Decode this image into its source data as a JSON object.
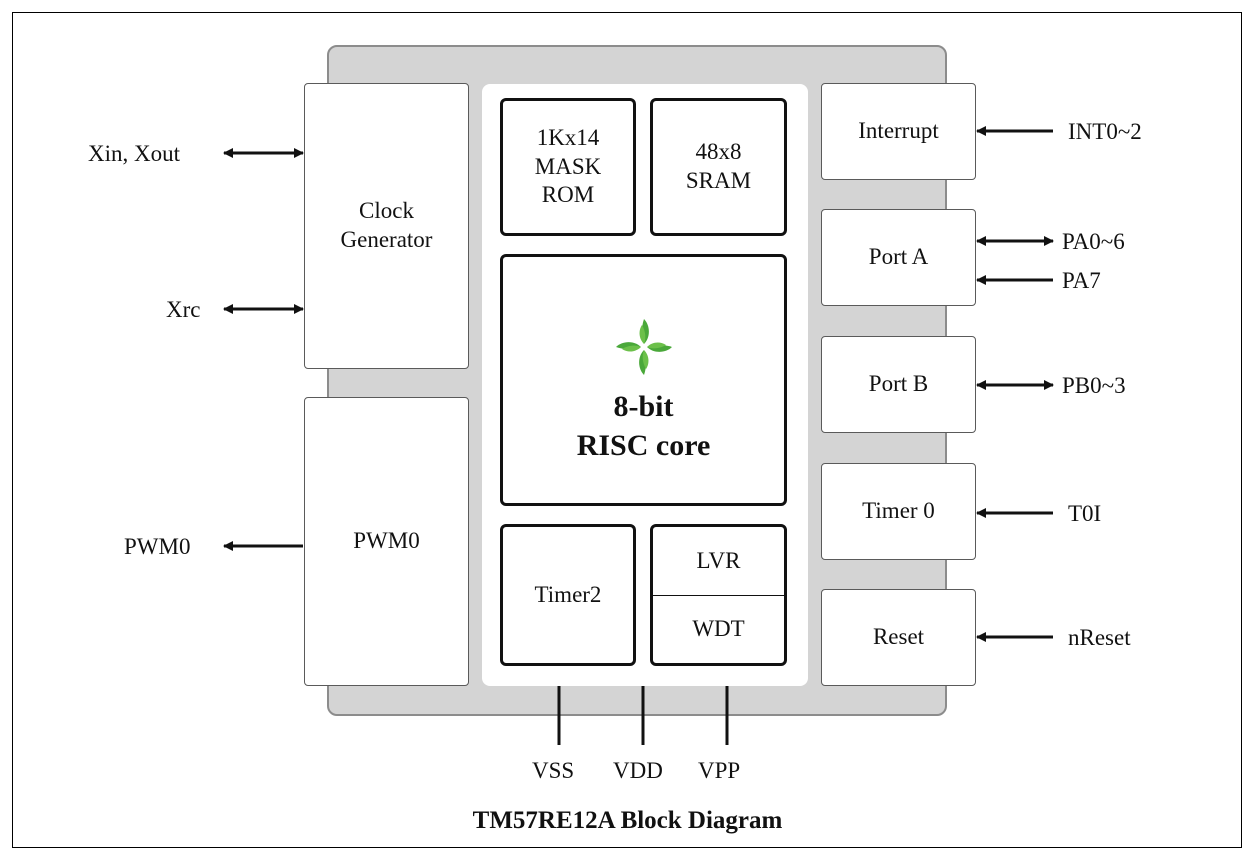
{
  "diagram": {
    "title": "TM57RE12A Block Diagram",
    "blocks": {
      "clock_generator": "Clock\nGenerator",
      "pwm0": "PWM0",
      "mask_rom": "1Kx14\nMASK\nROM",
      "sram": "48x8\nSRAM",
      "core_line1": "8-bit",
      "core_line2": "RISC core",
      "timer2": "Timer2",
      "lvr": "LVR",
      "wdt": "WDT",
      "interrupt": "Interrupt",
      "port_a": "Port A",
      "port_b": "Port B",
      "timer0": "Timer 0",
      "reset": "Reset"
    },
    "pins": {
      "xin_xout": "Xin, Xout",
      "xrc": "Xrc",
      "pwm0": "PWM0",
      "int": "INT0~2",
      "pa06": "PA0~6",
      "pa7": "PA7",
      "pb03": "PB0~3",
      "t0i": "T0I",
      "nreset": "nReset",
      "vss": "VSS",
      "vdd": "VDD",
      "vpp": "VPP"
    },
    "colors": {
      "chip_body": "#d4d4d4",
      "logo_green": "#4aa83a"
    }
  }
}
